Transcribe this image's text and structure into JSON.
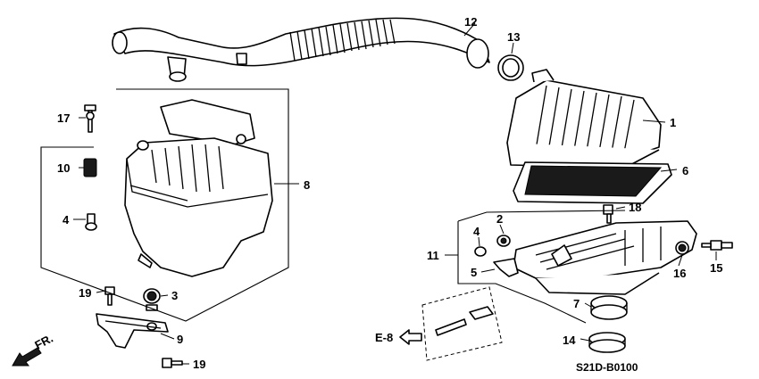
{
  "diagram": {
    "callouts": {
      "c1": "1",
      "c2": "2",
      "c3": "3",
      "c4_left": "4",
      "c4_right": "4",
      "c5": "5",
      "c6": "6",
      "c7": "7",
      "c8": "8",
      "c9": "9",
      "c10": "10",
      "c11": "11",
      "c12": "12",
      "c13": "13",
      "c14": "14",
      "c15": "15",
      "c16": "16",
      "c17": "17",
      "c18": "18",
      "c19_top": "19",
      "c19_bottom": "19"
    },
    "reference": "E-8",
    "front_label": "FR.",
    "diagram_code": "S21D-B0100"
  }
}
